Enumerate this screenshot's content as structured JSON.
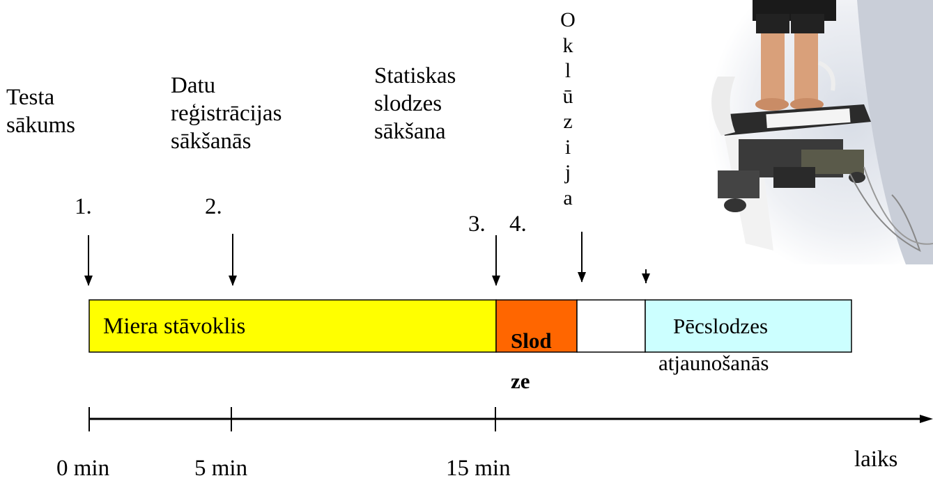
{
  "steps": [
    {
      "number": "1.",
      "label": "Testa\nsākums"
    },
    {
      "number": "2.",
      "label": "Datu\nreģistrācijas\nsākšanās"
    },
    {
      "number": "3.",
      "label": "Statiskas\nslodzes\nsākšana"
    },
    {
      "number": "4.",
      "label": ""
    }
  ],
  "occlusion_label": [
    "O",
    "k",
    "l",
    "ū",
    "z",
    "i",
    "j",
    "a"
  ],
  "phases": {
    "rest": {
      "label": "Miera stāvoklis",
      "color": "#ffff00"
    },
    "load": {
      "label_part1": "Slod",
      "label_part2": "ze",
      "color": "#ff6600"
    },
    "occlusion": {
      "color": "#ffffff"
    },
    "recovery": {
      "label_part1": "Pēcslodzes",
      "label_part2": "atjaunošanās",
      "color": "#ccffff"
    }
  },
  "timeline": {
    "ticks": [
      "0 min",
      "5 min",
      "15 min"
    ],
    "axis_label": "laiks"
  },
  "image": {
    "icon": "person-on-tilt-table-photo"
  }
}
